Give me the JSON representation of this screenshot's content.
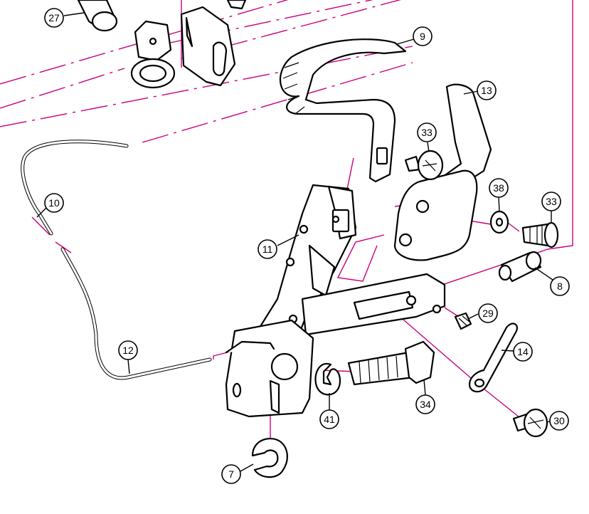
{
  "diagram": {
    "callouts": [
      {
        "label": "27"
      },
      {
        "label": "9"
      },
      {
        "label": "13"
      },
      {
        "label": "33"
      },
      {
        "label": "38"
      },
      {
        "label": "33"
      },
      {
        "label": "10"
      },
      {
        "label": "11"
      },
      {
        "label": "8"
      },
      {
        "label": "29"
      },
      {
        "label": "12"
      },
      {
        "label": "14"
      },
      {
        "label": "41"
      },
      {
        "label": "34"
      },
      {
        "label": "30"
      },
      {
        "label": "7"
      }
    ]
  }
}
